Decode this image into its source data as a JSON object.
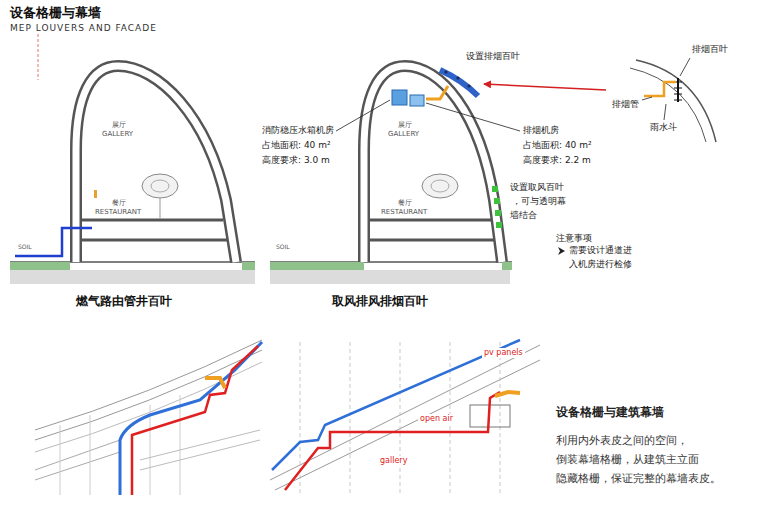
{
  "diagram": {
    "title": "设备格栅与幕墙",
    "labels": [
      "MEP LOUVERS AND FACADE",
      "展厅",
      "GALLERY",
      "餐厅",
      "RESTAURANT",
      "SOIL",
      "燃气路由管井百叶",
      "展厅",
      "GALLERY",
      "餐厅",
      "RESTAURANT",
      "SOIL",
      "消防稳压水箱机房",
      "占地面积: 40 m²",
      "高度要求: 3.0 m",
      "设置排烟百叶",
      "排烟机房",
      "占地面积: 40 m²",
      "高度要求: 2.2 m",
      "设置取风百叶",
      "，可与透明幕",
      "墙结合",
      "注意事项",
      "需要设计通道进入机房进行检修",
      "取风排风排烟百叶",
      "排烟百叶",
      "排烟管",
      "雨水斗",
      "pv panels",
      "open air",
      "gallery",
      "设备格栅与建筑幕墙",
      "利用内外表皮之间的空间，",
      "倒装幕墙格栅，从建筑主立面",
      "隐藏格栅，保证完整的幕墙表皮。"
    ]
  }
}
